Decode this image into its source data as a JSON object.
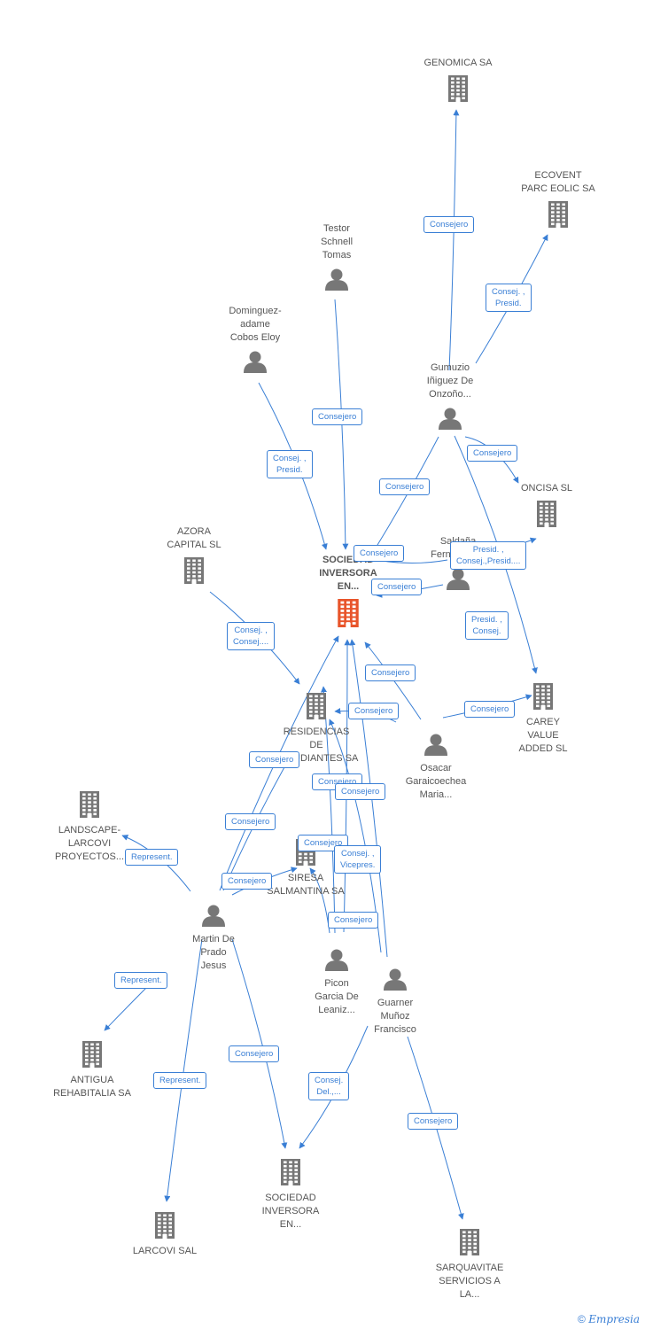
{
  "colors": {
    "edge": "#3a7fd5",
    "icon": "#777777",
    "center": "#e8542a",
    "text": "#555555"
  },
  "nodes": [
    {
      "id": "genomica",
      "label": "GENOMICA SA",
      "type": "company"
    },
    {
      "id": "ecovent",
      "label": "ECOVENT\nPARC EOLIC SA",
      "type": "company"
    },
    {
      "id": "testor",
      "label": "Testor\nSchnell\nTomas",
      "type": "person"
    },
    {
      "id": "dominguez",
      "label": "Dominguez-\nadame\nCobos Eloy",
      "type": "person"
    },
    {
      "id": "gumuzio",
      "label": "Gumuzio\nIñiguez De\nOnzoño...",
      "type": "person"
    },
    {
      "id": "oncisa",
      "label": "ONCISA SL",
      "type": "company"
    },
    {
      "id": "azora",
      "label": "AZORA\nCAPITAL SL",
      "type": "company"
    },
    {
      "id": "center",
      "label": "SOCIEDAD\nINVERSORA\nEN...",
      "type": "center"
    },
    {
      "id": "saldana",
      "label": "Saldaña\nFernandez...",
      "type": "person"
    },
    {
      "id": "residencias",
      "label": "RESIDENCIAS\nDE\nESTUDIANTES SA",
      "type": "company"
    },
    {
      "id": "carey",
      "label": "CAREY\nVALUE\nADDED SL",
      "type": "company"
    },
    {
      "id": "osacar",
      "label": "Osacar\nGaraicoechea\nMaria...",
      "type": "person"
    },
    {
      "id": "landscape",
      "label": "LANDSCAPE-\nLARCOVI\nPROYECTOS...",
      "type": "company"
    },
    {
      "id": "siresa",
      "label": "SIRESA\nSALMANTINA SA",
      "type": "company"
    },
    {
      "id": "martin",
      "label": "Martin De\nPrado\nJesus",
      "type": "person"
    },
    {
      "id": "picon",
      "label": "Picon\nGarcia De\nLeaniz...",
      "type": "person"
    },
    {
      "id": "guarner",
      "label": "Guarner\nMuñoz\nFrancisco",
      "type": "person"
    },
    {
      "id": "antigua",
      "label": "ANTIGUA\nREHABITALIA SA",
      "type": "company"
    },
    {
      "id": "sociedad2",
      "label": "SOCIEDAD\nINVERSORA\nEN...",
      "type": "company"
    },
    {
      "id": "larcovi",
      "label": "LARCOVI SAL",
      "type": "company"
    },
    {
      "id": "sarquavitae",
      "label": "SARQUAVITAE\nSERVICIOS A\nLA...",
      "type": "company"
    }
  ],
  "edges": [
    {
      "from": "gumuzio",
      "to": "genomica",
      "label": "Consejero"
    },
    {
      "from": "gumuzio",
      "to": "ecovent",
      "label": "Consej. ,\nPresid."
    },
    {
      "from": "testor",
      "to": "center",
      "label": "Consejero"
    },
    {
      "from": "dominguez",
      "to": "center",
      "label": "Consej. ,\nPresid."
    },
    {
      "from": "gumuzio",
      "to": "oncisa",
      "label": "Consejero"
    },
    {
      "from": "gumuzio",
      "to": "center",
      "label": "Consejero"
    },
    {
      "from": "saldana",
      "to": "center",
      "label": "Consejero"
    },
    {
      "from": "saldana",
      "to": "center",
      "label": "Consejero"
    },
    {
      "from": "saldana",
      "to": "oncisa",
      "label": "Presid. ,\nConsej.,Presid...."
    },
    {
      "from": "gumuzio",
      "to": "carey",
      "label": "Presid. ,\nConsej."
    },
    {
      "from": "azora",
      "to": "residencias",
      "label": "Consej. ,\nConsej...."
    },
    {
      "from": "osacar",
      "to": "center",
      "label": "Consejero"
    },
    {
      "from": "osacar",
      "to": "residencias",
      "label": "Consejero"
    },
    {
      "from": "osacar",
      "to": "carey",
      "label": "Consejero"
    },
    {
      "from": "martin",
      "to": "center",
      "label": "Consejero"
    },
    {
      "from": "martin",
      "to": "residencias",
      "label": "Consejero"
    },
    {
      "from": "martin",
      "to": "landscape",
      "label": "Represent."
    },
    {
      "from": "martin",
      "to": "siresa",
      "label": "Consejero"
    },
    {
      "from": "picon",
      "to": "residencias",
      "label": "Consejero"
    },
    {
      "from": "guarner",
      "to": "residencias",
      "label": "Consejero"
    },
    {
      "from": "picon",
      "to": "siresa",
      "label": "Consejero"
    },
    {
      "from": "guarner",
      "to": "center",
      "label": "Consej. ,\nVicepres."
    },
    {
      "from": "picon",
      "to": "center",
      "label": "Consejero"
    },
    {
      "from": "martin",
      "to": "antigua",
      "label": "Represent."
    },
    {
      "from": "martin",
      "to": "sociedad2",
      "label": "Consejero"
    },
    {
      "from": "martin",
      "to": "larcovi",
      "label": "Represent."
    },
    {
      "from": "guarner",
      "to": "sociedad2",
      "label": "Consej.\nDel.,..."
    },
    {
      "from": "guarner",
      "to": "sarquavitae",
      "label": "Consejero"
    }
  ],
  "footer": {
    "copyright": "©",
    "brand": "Empresia"
  }
}
